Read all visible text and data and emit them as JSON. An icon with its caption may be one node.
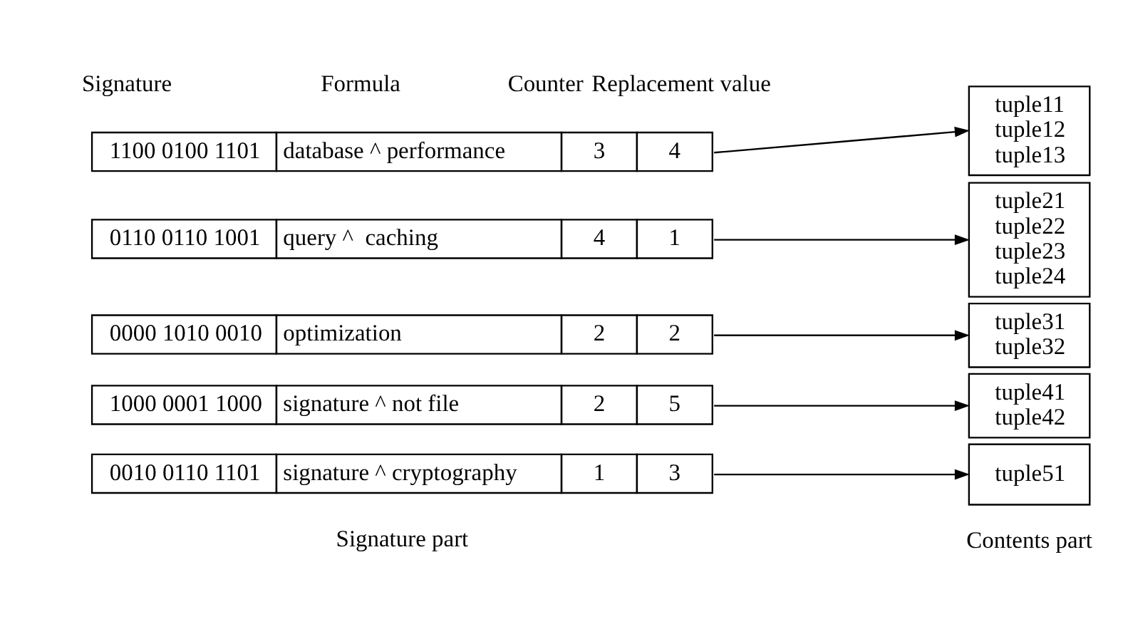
{
  "diagram": {
    "nodes": [
      {
        "text": [
          "1100 0100 1101",
          "database ^ performance",
          "3",
          "4"
        ]
      },
      {
        "text": [
          "0110 0110 1001",
          "query ^  caching",
          "4",
          "1"
        ]
      },
      {
        "text": [
          "0000 1010 0010",
          "optimization",
          "2",
          "2"
        ]
      },
      {
        "text": [
          "1000 0001 1000",
          "signature ^ not file",
          "2",
          "5"
        ]
      },
      {
        "text": [
          "0010 0110 1101",
          "signature ^ cryptography",
          "1",
          "3"
        ]
      },
      {
        "text": [
          "tuple11",
          "tuple12",
          "tuple13"
        ]
      },
      {
        "text": [
          "tuple21",
          "tuple22",
          "tuple23",
          "tuple24"
        ]
      },
      {
        "text": [
          "tuple31",
          "tuple32"
        ]
      },
      {
        "text": [
          "tuple41",
          "tuple42"
        ]
      },
      {
        "text": [
          "tuple51"
        ]
      }
    ],
    "edges": [
      {
        "from": 0,
        "to": 5,
        "arrow": "to"
      },
      {
        "from": 1,
        "to": 6,
        "arrow": "to"
      },
      {
        "from": 2,
        "to": 7,
        "arrow": "to"
      },
      {
        "from": 3,
        "to": 8,
        "arrow": "to"
      },
      {
        "from": 4,
        "to": 9,
        "arrow": "to"
      }
    ],
    "labels": [
      "Signature",
      "Formula",
      "Counter",
      "Replacement value",
      "Signature part",
      "Contents part"
    ]
  }
}
